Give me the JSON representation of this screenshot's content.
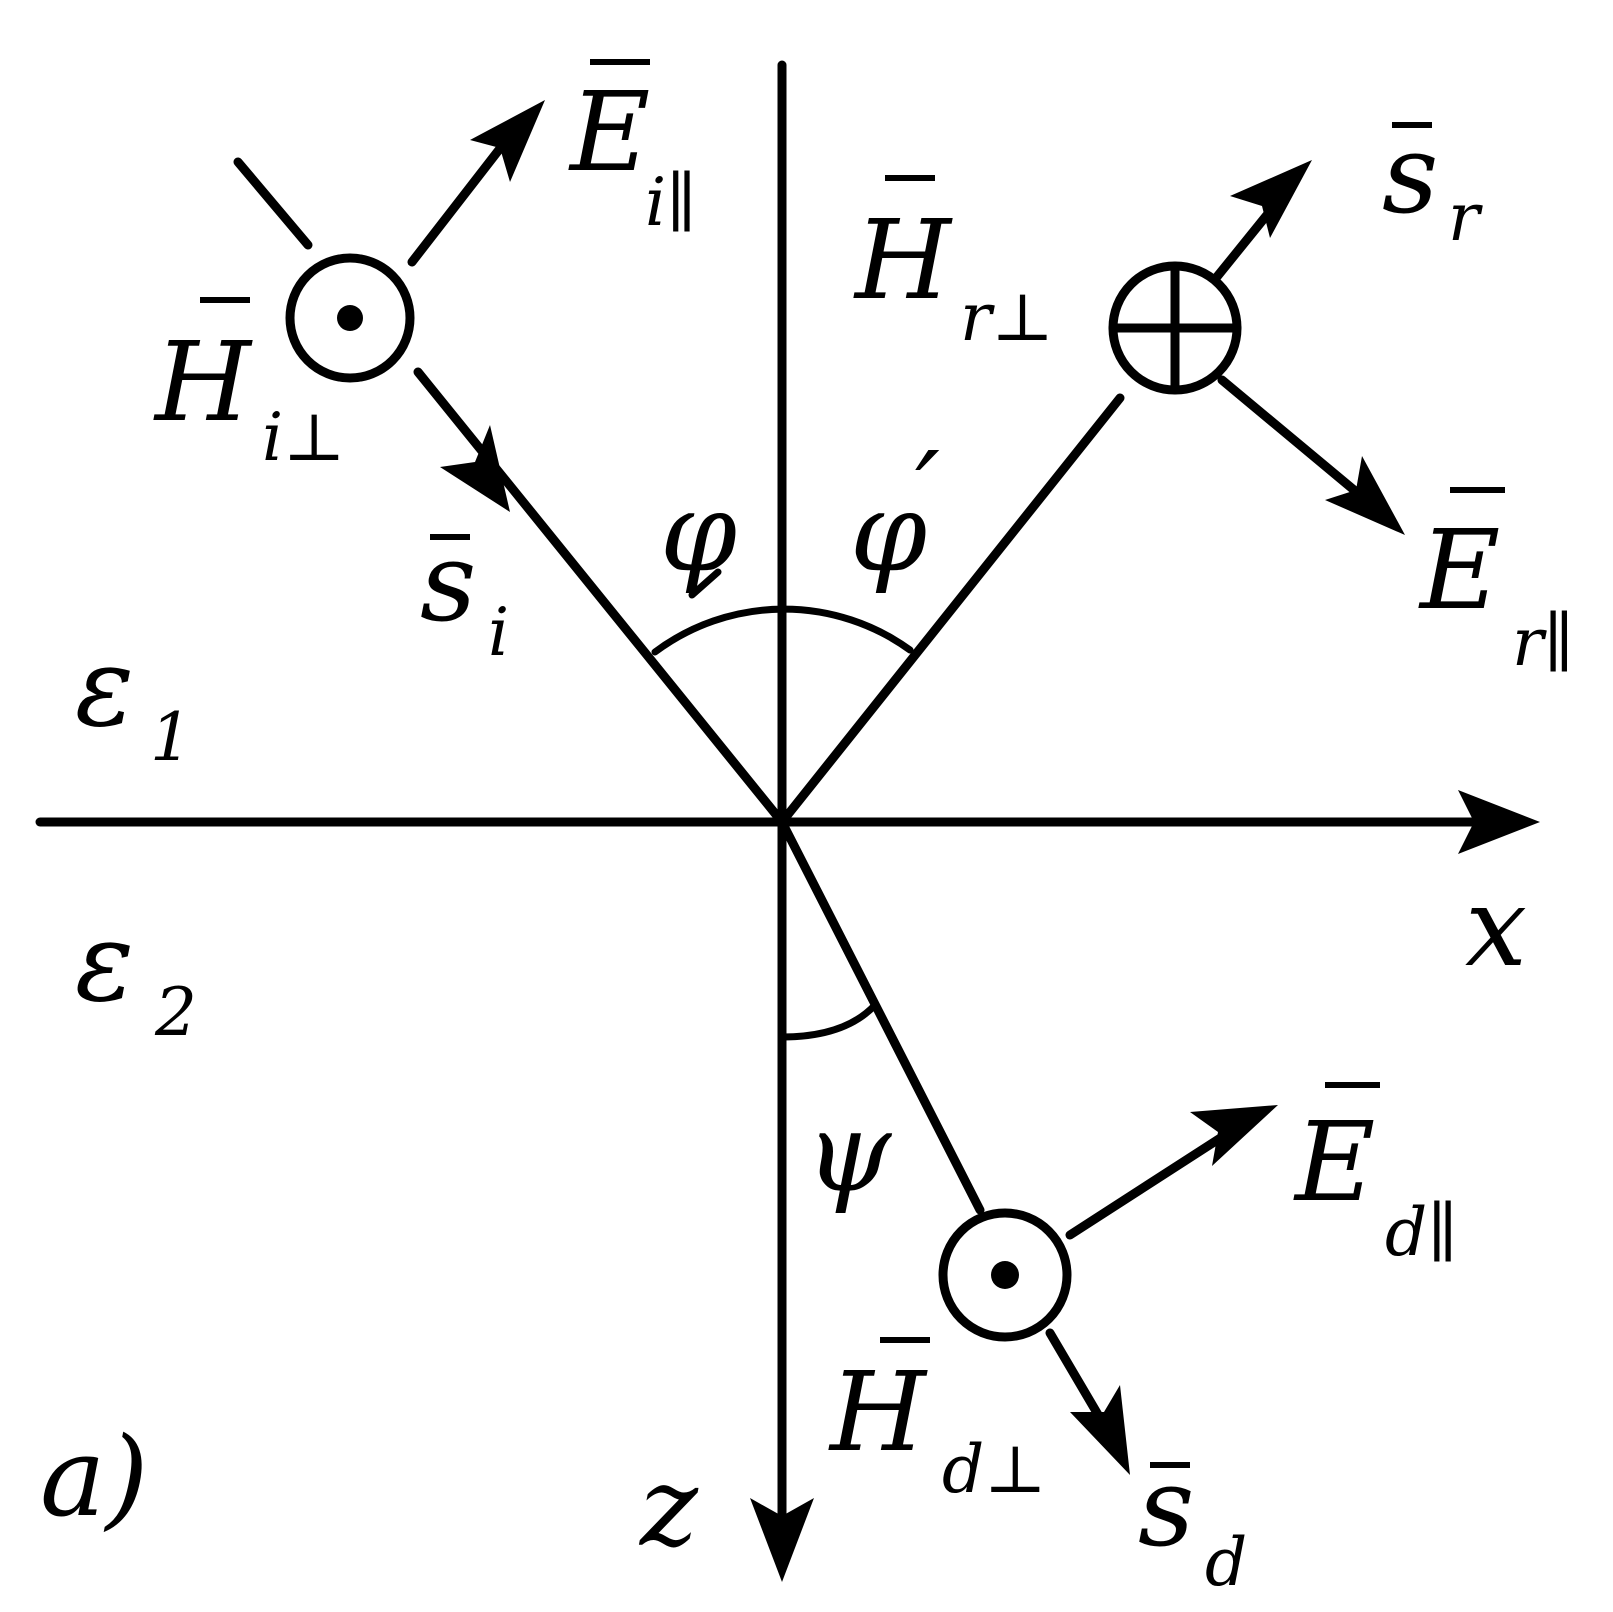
{
  "media": {
    "eps1": "ε",
    "eps1_sub": "1",
    "eps2": "ε",
    "eps2_sub": "2"
  },
  "axes": {
    "x": "x",
    "z": "z"
  },
  "angles": {
    "incident": "φ",
    "reflected": "φ",
    "reflected_prime": "′",
    "refracted": "ψ"
  },
  "incident": {
    "E_letter": "E",
    "E_sub": "i∥",
    "H_letter": "H",
    "H_sub": "i⊥",
    "s_letter": "s",
    "s_sub": "i"
  },
  "reflected": {
    "E_letter": "E",
    "E_sub": "r∥",
    "H_letter": "H",
    "H_sub": "r⊥",
    "s_letter": "s",
    "s_sub": "r"
  },
  "transmitted": {
    "E_letter": "E",
    "E_sub": "d∥",
    "H_letter": "H",
    "H_sub": "d⊥",
    "s_letter": "s",
    "s_sub": "d"
  },
  "panel_label": "a)",
  "colors": {
    "ink": "#000000",
    "background": "#ffffff"
  }
}
